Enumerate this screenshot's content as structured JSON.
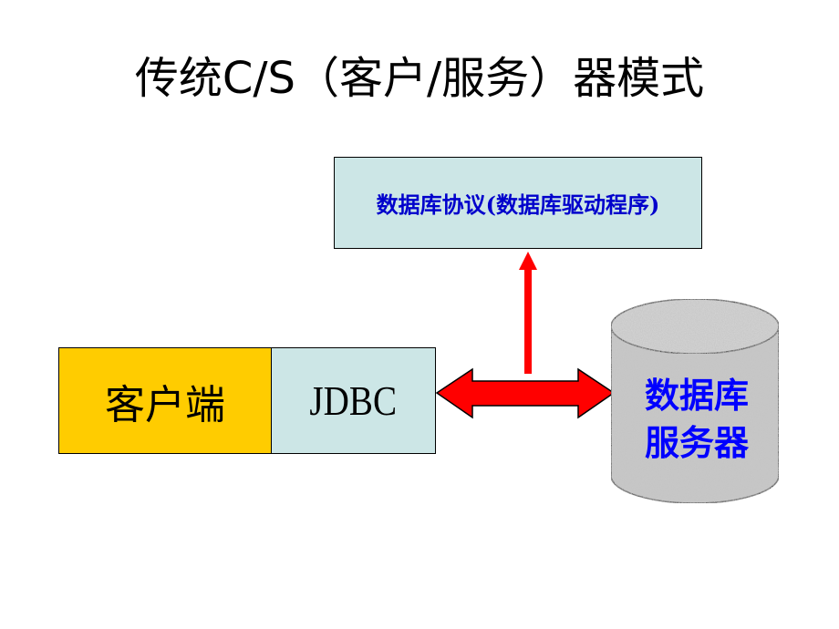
{
  "title": "传统C/S（客户/服务）器模式",
  "protocol_box": {
    "label": "数据库协议(数据库驱动程序)"
  },
  "client_box": {
    "label": "客户端"
  },
  "jdbc_box": {
    "label": "JDBC"
  },
  "database": {
    "label_line1": "数据库",
    "label_line2": "服务器"
  },
  "colors": {
    "client_fill": "#ffcc00",
    "jdbc_fill": "#cce6e6",
    "protocol_fill": "#cce6e6",
    "arrow": "#ff0000",
    "db_text": "#0000ff",
    "protocol_text": "#0000cc"
  }
}
